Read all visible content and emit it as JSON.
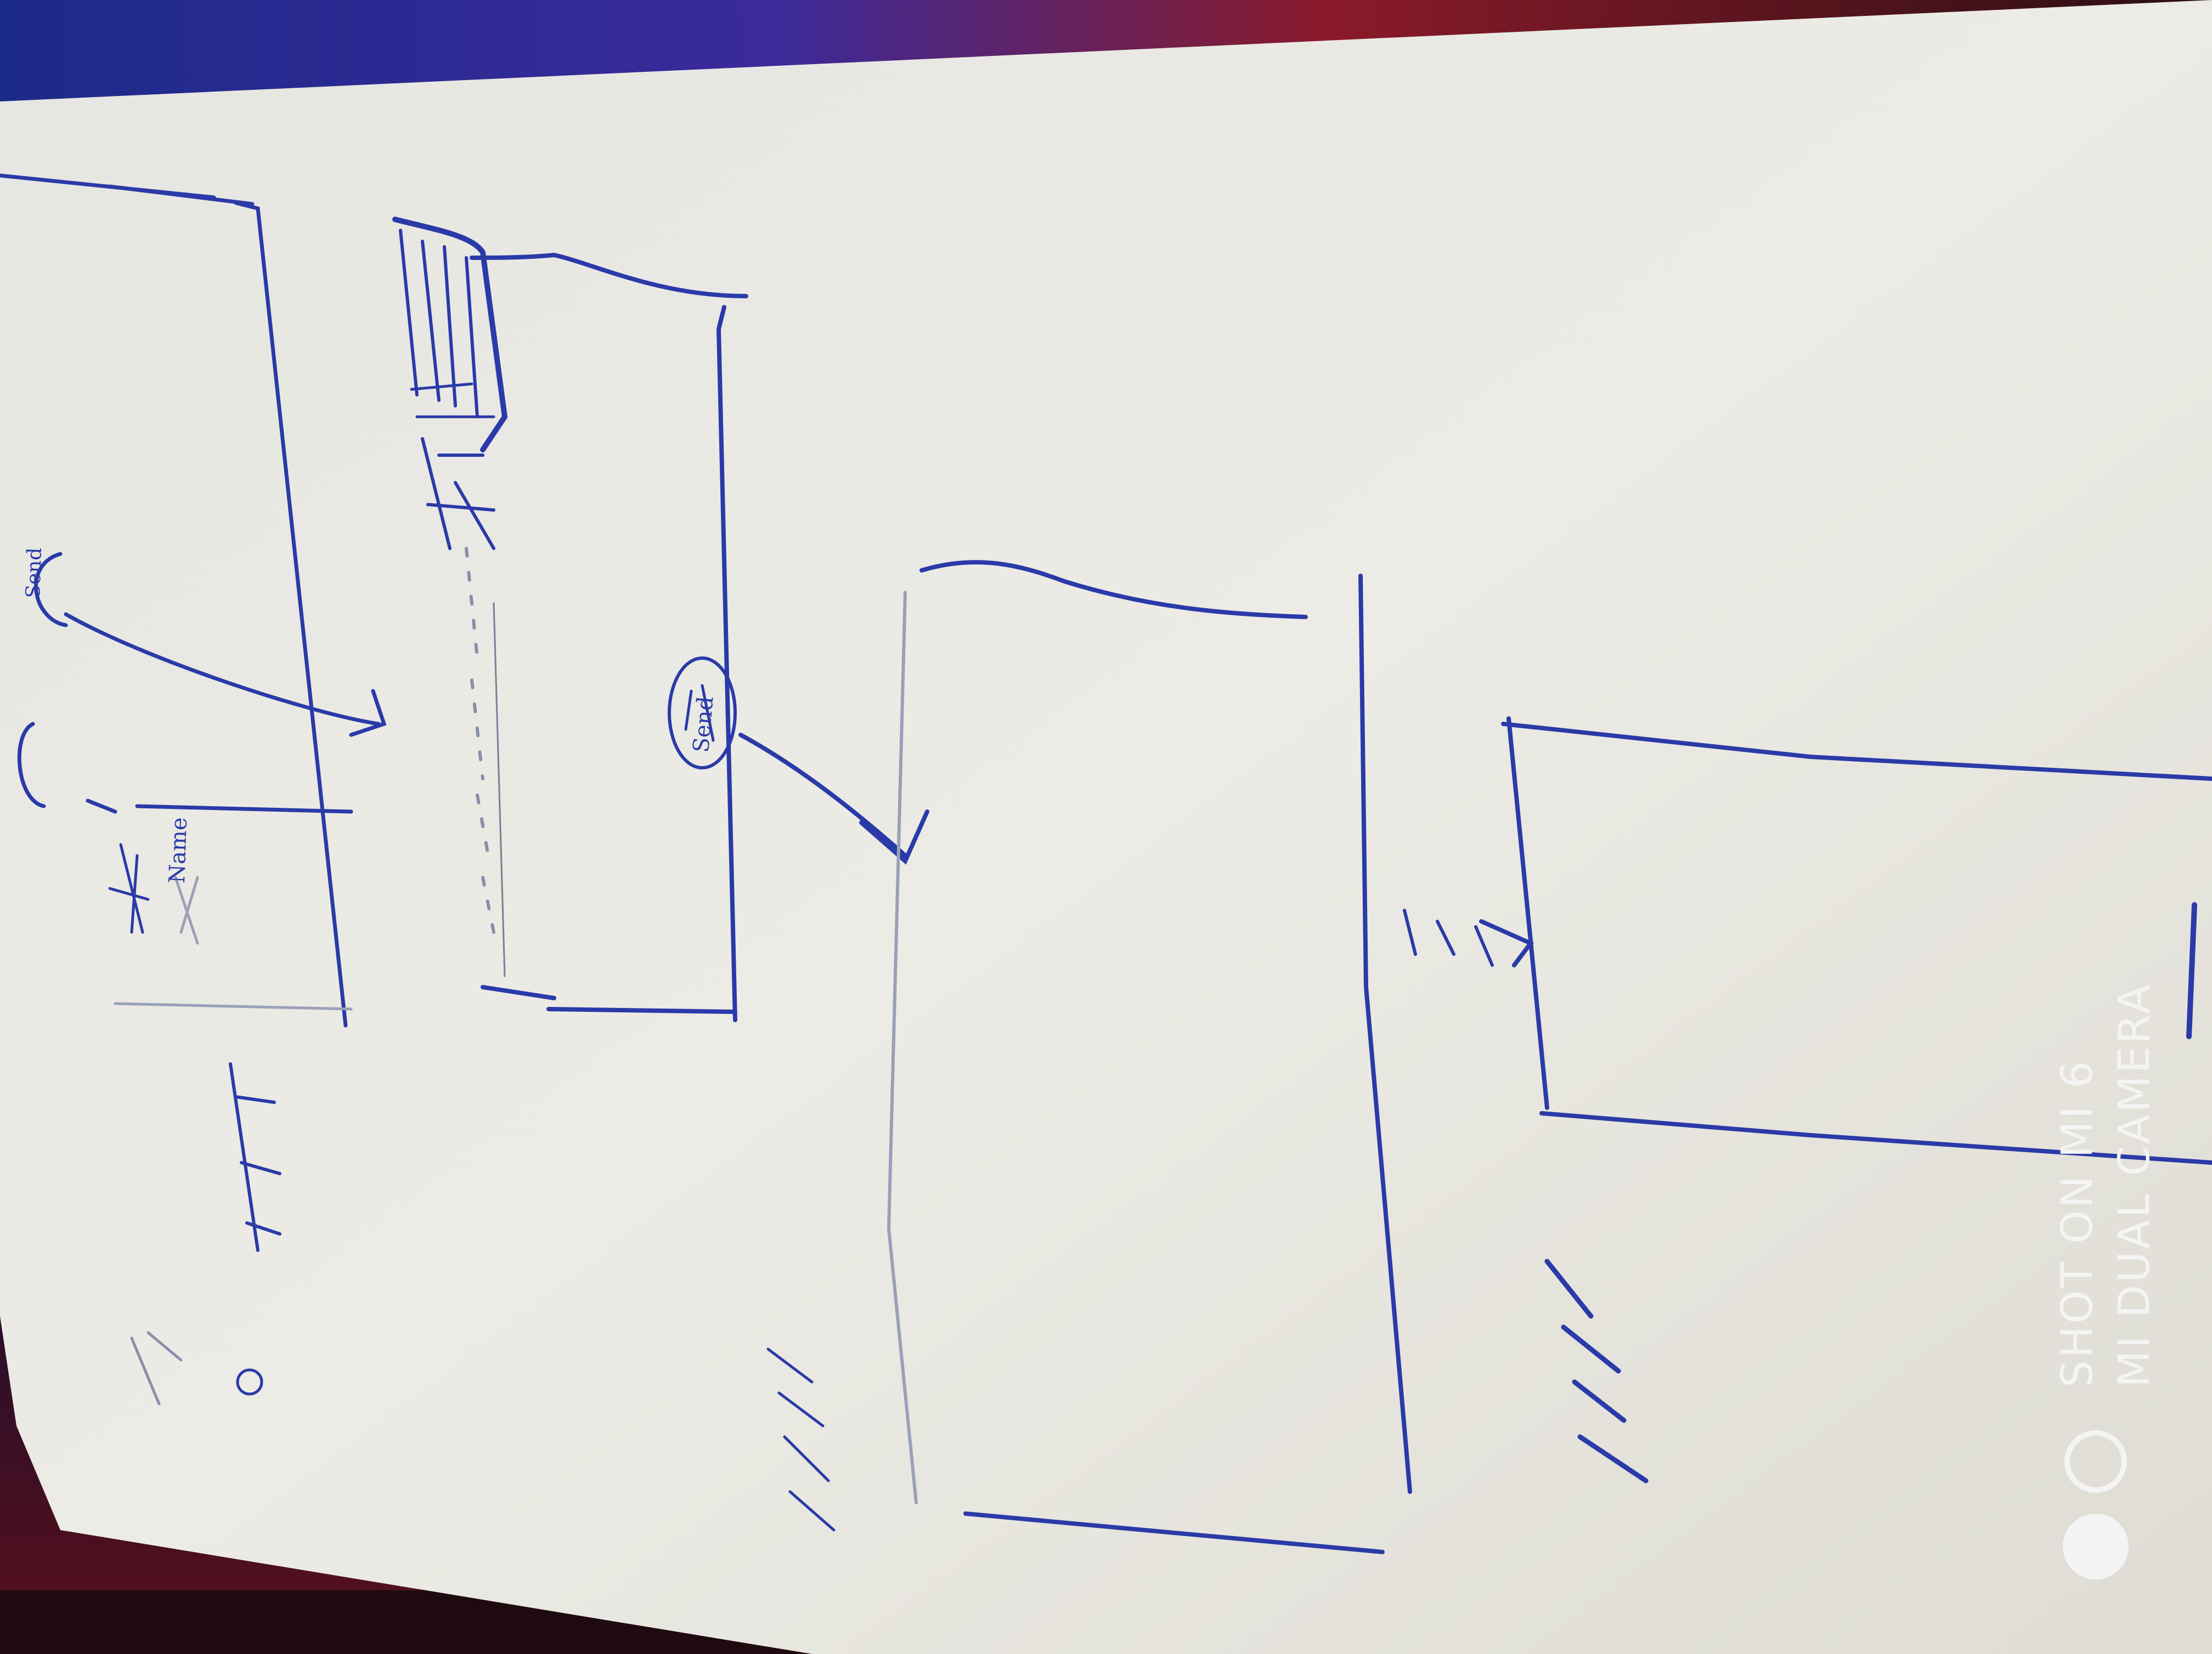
{
  "photo": {
    "subject": "hand-drawn UI wireframe sketch on paper, photographed rotated 90 degrees",
    "ink_color": "#2a3aa8",
    "paper_color": "#e9e8e2"
  },
  "sketch": {
    "first_screen": {
      "send_label": "Send",
      "name_label": "Name"
    },
    "second_screen": {
      "send_label": "Send"
    }
  },
  "watermark": {
    "line1": "SHOT ON MI 6",
    "line2": "MI DUAL CAMERA"
  }
}
